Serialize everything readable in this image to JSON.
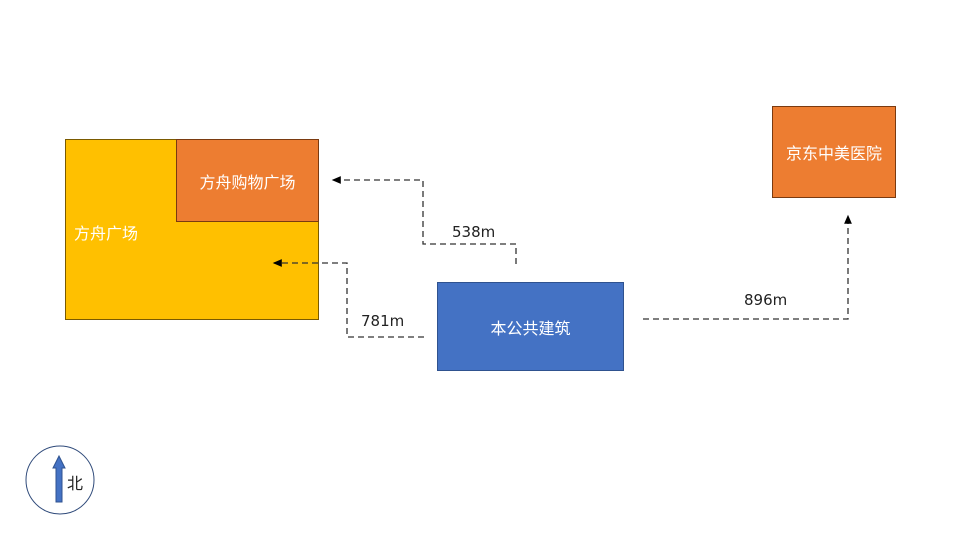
{
  "places": {
    "fangzhou_plaza": {
      "label": "方舟广场",
      "color": "#FFC000"
    },
    "fangzhou_mall": {
      "label": "方舟购物广场",
      "color": "#ED7D31"
    },
    "hospital": {
      "label": "京东中美医院",
      "color": "#ED7D31"
    },
    "building": {
      "label": "本公共建筑",
      "color": "#4472C4"
    }
  },
  "distances": {
    "to_mall": "538m",
    "to_plaza": "781m",
    "to_hospital": "896m"
  },
  "compass": {
    "label": "北"
  }
}
